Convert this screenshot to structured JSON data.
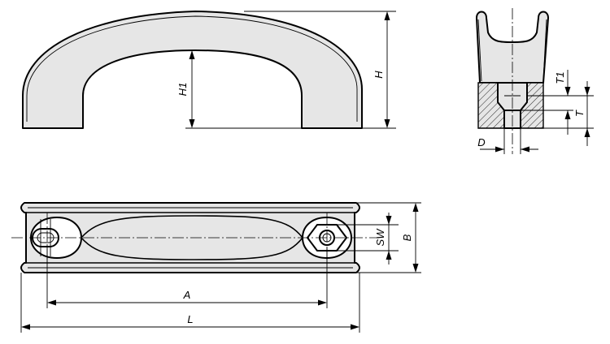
{
  "labels": {
    "H": "H",
    "H1": "H1",
    "T1": "T1",
    "T": "T",
    "D": "D",
    "SW": "SW",
    "B": "B",
    "A": "A",
    "L": "L"
  }
}
